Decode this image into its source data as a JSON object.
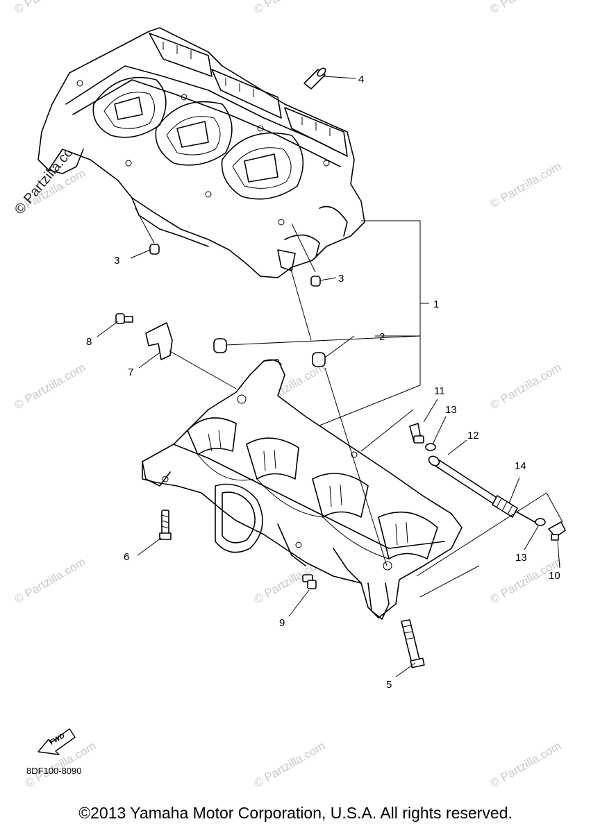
{
  "diagram": {
    "callouts": [
      "1",
      "2",
      "3",
      "3",
      "4",
      "5",
      "6",
      "7",
      "8",
      "9",
      "10",
      "11",
      "12",
      "13",
      "13",
      "14"
    ],
    "fwd_label": "FWD",
    "watermark": "© Partzilla.com",
    "part_code": "8DF100-8090",
    "copyright": "©2013 Yamaha Motor Corporation, U.S.A. All rights reserved."
  }
}
